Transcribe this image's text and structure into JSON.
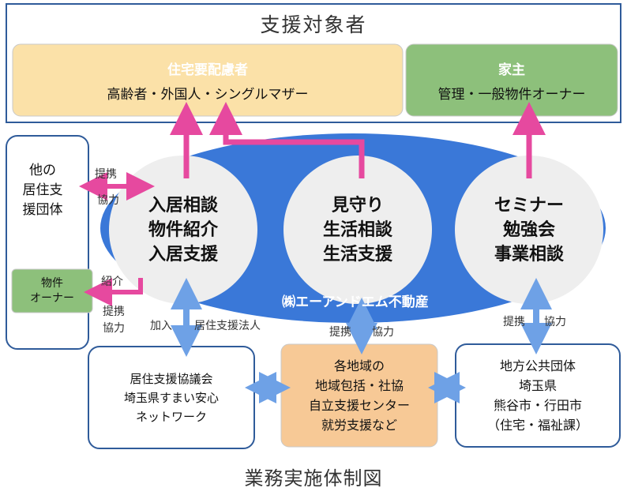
{
  "top_group": {
    "title": "支援対象者",
    "tenant": {
      "title": "住宅要配慮者",
      "subtitle": "高齢者・外国人・シングルマザー"
    },
    "landlord": {
      "title": "家主",
      "subtitle": "管理・一般物件オーナー"
    }
  },
  "left_group": {
    "label_lines": [
      "他の",
      "居住支",
      "援団体"
    ],
    "owner_lines": [
      "物件",
      "オーナー"
    ]
  },
  "company": {
    "name": "㈱エーアンドエム不動産",
    "services": [
      {
        "lines": [
          "入居相談",
          "物件紹介",
          "入居支援"
        ]
      },
      {
        "lines": [
          "見守り",
          "生活相談",
          "生活支援"
        ]
      },
      {
        "lines": [
          "セミナー",
          "勉強会",
          "事業相談"
        ]
      }
    ]
  },
  "connector_labels": {
    "teikei_top": "提携",
    "kyoryoku_top": "協力",
    "shoukai": "紹介",
    "teikei_kyoryoku_left": [
      "提携",
      "協力"
    ],
    "kanyu": "加入",
    "kyojuu_shien_houjin": "居住支援法人",
    "teikei_mid": "提携",
    "kyoryoku_mid": "協力",
    "teikei_right": "提携",
    "kyoryoku_right": "協力"
  },
  "bottom": {
    "council_lines": [
      "居住支援協議会",
      "埼玉県すまい安心",
      "ネットワーク"
    ],
    "regional_lines": [
      "各地域の",
      "地域包括・社協",
      "自立支援センター",
      "就労支援など"
    ],
    "public_lines": [
      "地方公共団体",
      "埼玉県",
      "熊谷市・行田市",
      "（住宅・福祉課）"
    ]
  },
  "footer": {
    "caption": "業務実施体制図"
  },
  "colors": {
    "frame_blue": "#2f5b9a",
    "tenant_fill": "#fbe1a8",
    "landlord_fill": "#8dc07b",
    "ellipse_blue": "#3a78d8",
    "circle_fill": "#eeeeee",
    "pink": "#e6499f",
    "arrow_blue": "#6ea1e6",
    "orange_fill": "#f7c996"
  }
}
